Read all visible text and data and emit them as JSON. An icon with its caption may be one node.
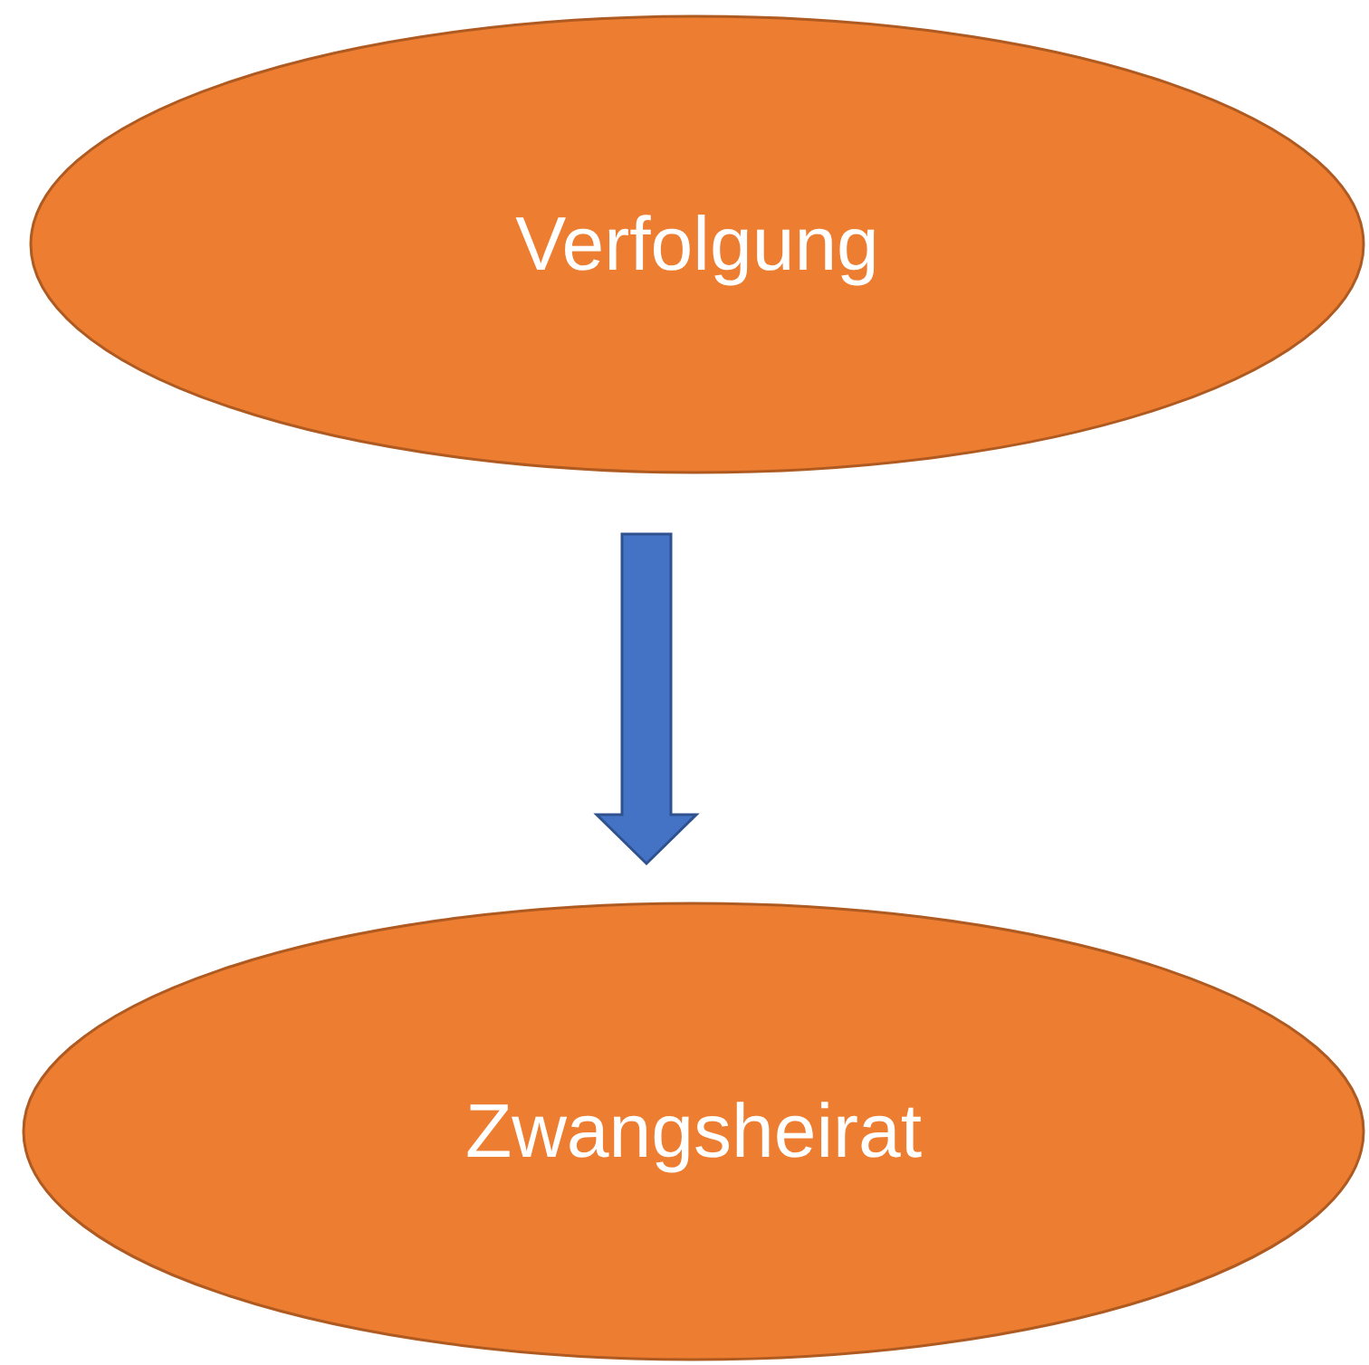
{
  "diagram": {
    "nodes": [
      {
        "text": [
          "Verfolgung"
        ]
      },
      {
        "text": [
          "Zwangsheirat"
        ]
      }
    ],
    "edges": [
      {
        "from": 0,
        "to": 1,
        "arrow": "to"
      }
    ]
  }
}
